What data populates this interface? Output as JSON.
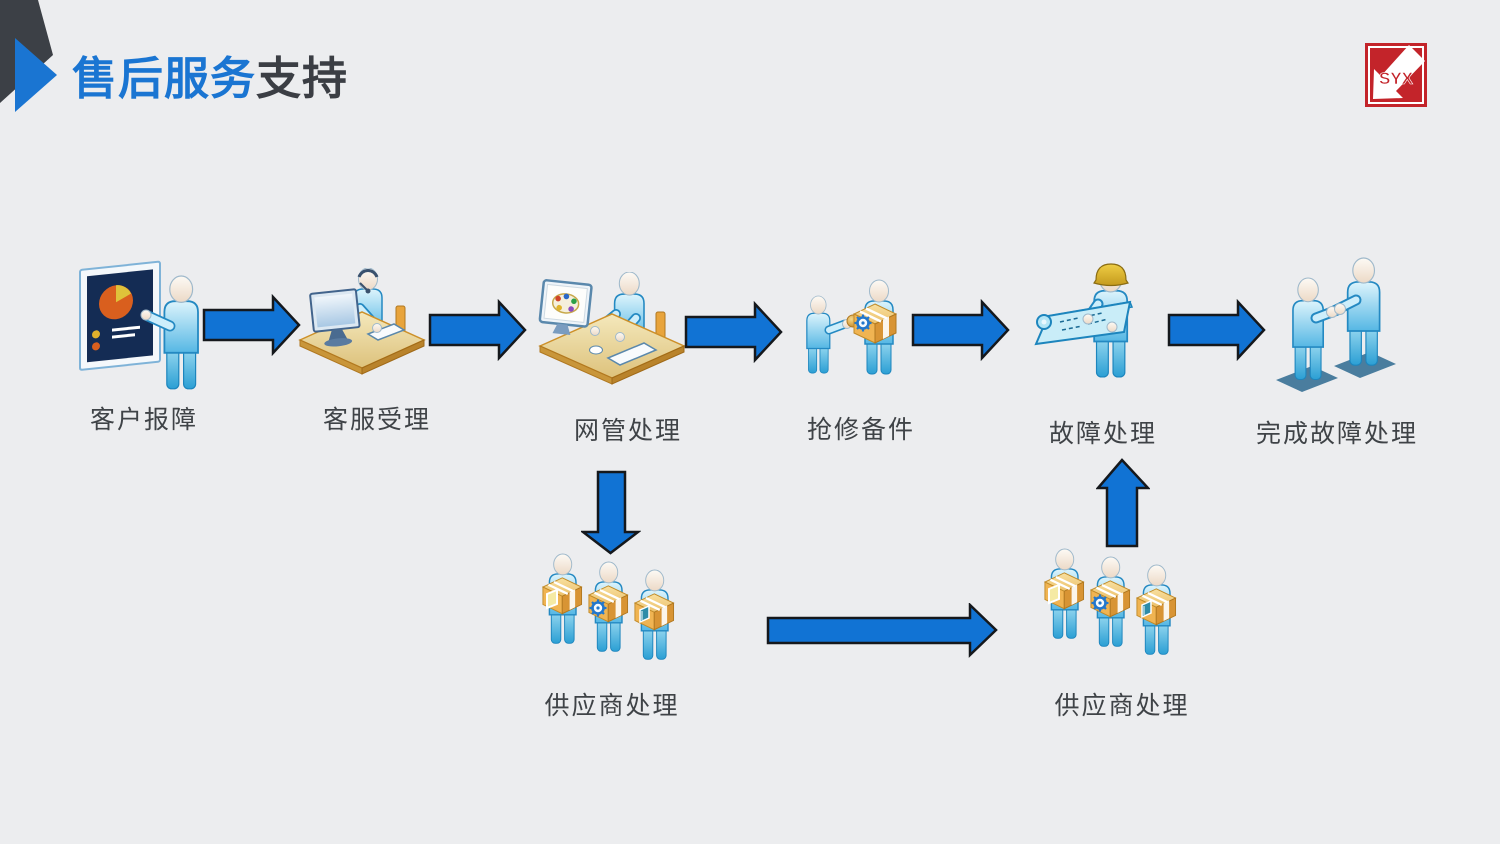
{
  "slide": {
    "title": {
      "primary": "售后服务",
      "secondary": "支持"
    },
    "logo_text": "SYX",
    "colors": {
      "background": "#ecedef",
      "arrow_blue": "#1173d4",
      "title_blue": "#1a75d2",
      "title_dark": "#3b3e44",
      "label_gray": "#3f4347",
      "logo_red": "#c3242a"
    }
  },
  "flow": {
    "steps": [
      {
        "id": "s1",
        "label": "客户报障",
        "icon": "customer-report"
      },
      {
        "id": "s2",
        "label": "客服受理",
        "icon": "service-desk"
      },
      {
        "id": "s3",
        "label": "网管处理",
        "icon": "network-admin"
      },
      {
        "id": "s4",
        "label": "抢修备件",
        "icon": "spare-parts"
      },
      {
        "id": "s5",
        "label": "故障处理",
        "icon": "fault-repair"
      },
      {
        "id": "s6",
        "label": "完成故障处理",
        "icon": "handshake"
      }
    ],
    "branch_steps": [
      {
        "id": "b1",
        "label": "供应商处理",
        "icon": "suppliers"
      },
      {
        "id": "b2",
        "label": "供应商处理",
        "icon": "suppliers"
      }
    ],
    "connections": [
      {
        "from": "s1",
        "to": "s2",
        "direction": "right"
      },
      {
        "from": "s2",
        "to": "s3",
        "direction": "right"
      },
      {
        "from": "s3",
        "to": "s4",
        "direction": "right"
      },
      {
        "from": "s4",
        "to": "s5",
        "direction": "right"
      },
      {
        "from": "s5",
        "to": "s6",
        "direction": "right"
      },
      {
        "from": "s3",
        "to": "b1",
        "direction": "down"
      },
      {
        "from": "b1",
        "to": "b2",
        "direction": "right"
      },
      {
        "from": "b2",
        "to": "s5",
        "direction": "up"
      }
    ]
  }
}
